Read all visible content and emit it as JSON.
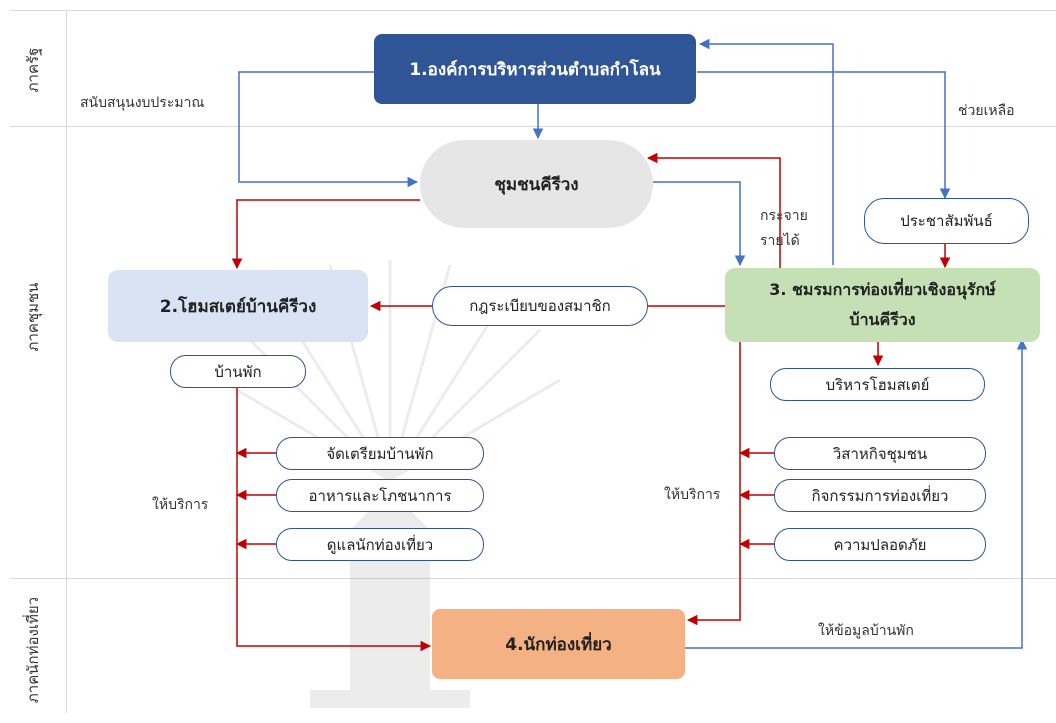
{
  "sectors": {
    "government": "ภาครัฐ",
    "community": "ภาคชุมชน",
    "tourist": "ภาคนักท่องเที่ยว"
  },
  "nodes": {
    "org": "1.องค์การบริหารส่วนตำบลกำโลน",
    "community": "ชุมชนคีรีวง",
    "homestay": "2.โฮมสเตย์บ้านคีรีวง",
    "club_line1": "3. ชมรมการท่องเที่ยวเชิงอนุรักษ์",
    "club_line2": "บ้านคีรีวง",
    "tourist": "4.นักท่องเที่ยว"
  },
  "pills": {
    "pr": "ประชาสัมพันธ์",
    "rules": "กฎระเบียบของสมาชิก",
    "lodging": "บ้านพัก",
    "manage_homestay": "บริหารโฮมสเตย์",
    "prepare_lodging": "จัดเตรียมบ้านพัก",
    "food": "อาหารและโภชนาการ",
    "care_tourists": "ดูแลนักท่องเที่ยว",
    "community_enterprise": "วิสาหกิจชุมชน",
    "tour_activities": "กิจกรรมการท่องเที่ยว",
    "safety": "ความปลอดภัย"
  },
  "labels": {
    "budget": "สนับสนุนงบประมาณ",
    "help": "ช่วยเหลือ",
    "distribute_1": "กระจาย",
    "distribute_2": "รายได้",
    "service_left": "ให้บริการ",
    "service_right": "ให้บริการ",
    "lodging_info": "ให้ข้อมูลบ้านพัก"
  },
  "colors": {
    "org_fill": "#2f5597",
    "community_fill": "#e7e6e6",
    "homestay_fill": "#dae3f3",
    "club_fill": "#c5e0b4",
    "tourist_fill": "#f4b183",
    "blue_arrow": "#4472c4",
    "red_arrow": "#c00000"
  }
}
